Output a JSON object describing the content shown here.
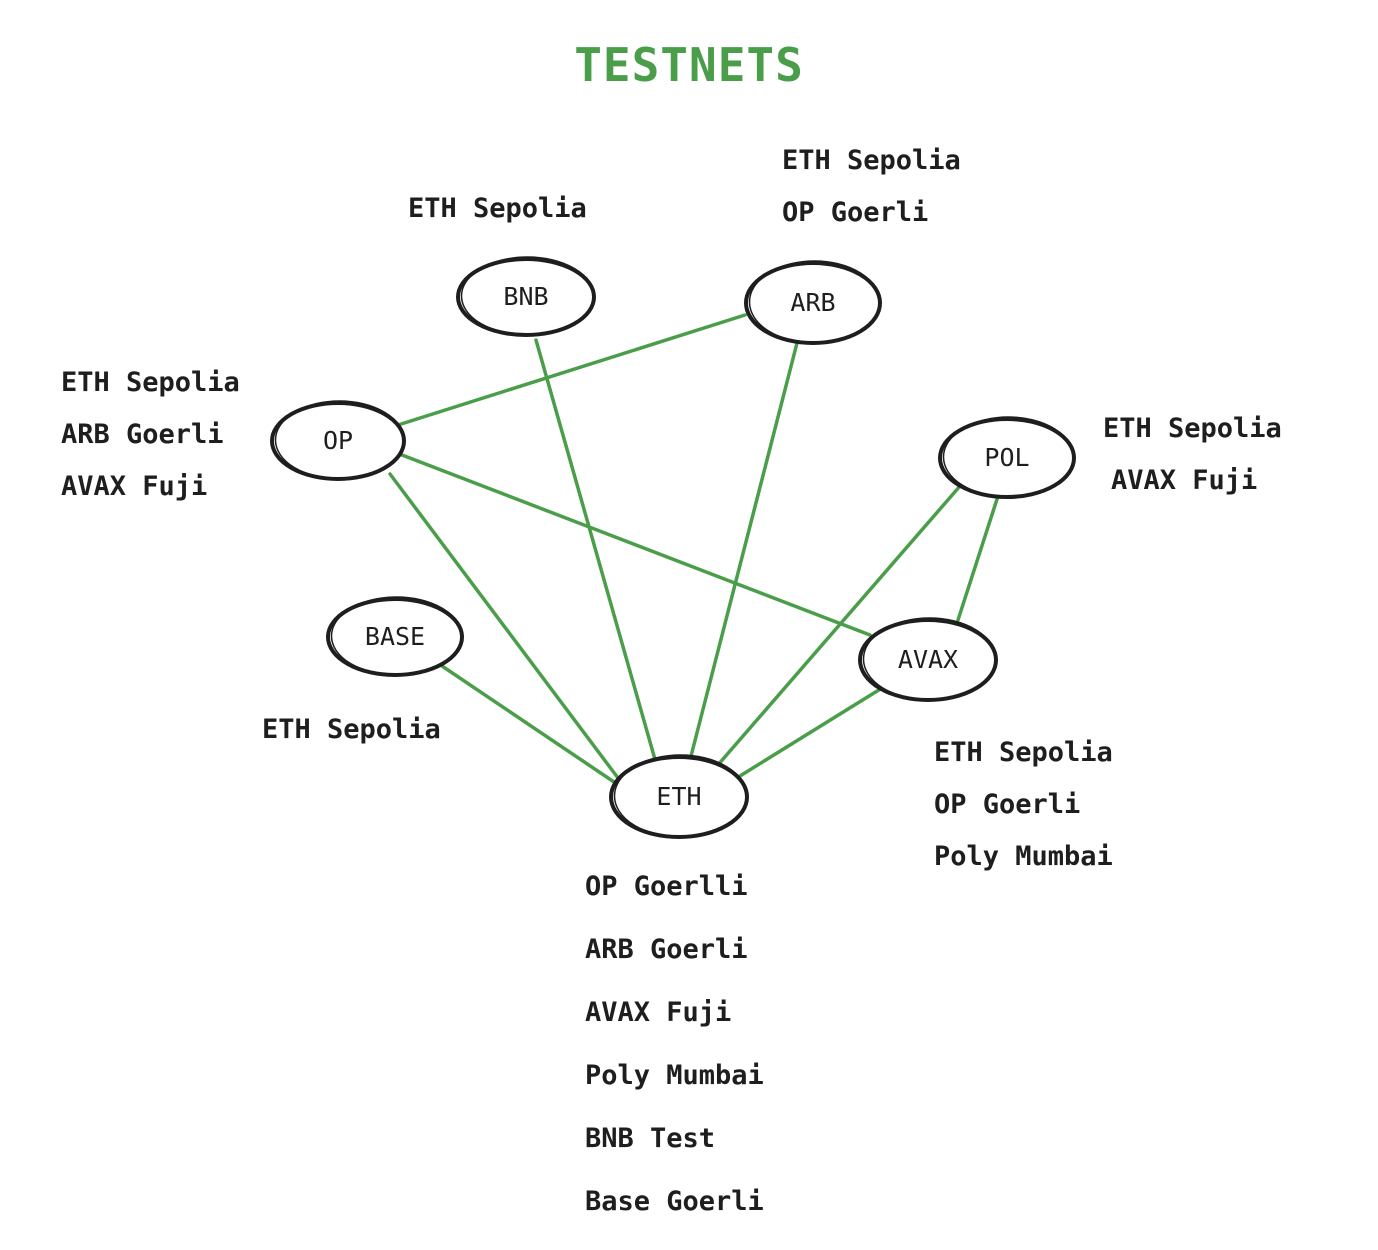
{
  "title": "TESTNETS",
  "colors": {
    "title": "#4a9e4a",
    "edge": "#4a9e4a",
    "node_stroke": "#1e1e1e",
    "text": "#1e1e1e"
  },
  "nodes": {
    "bnb": "BNB",
    "arb": "ARB",
    "op": "OP",
    "pol": "POL",
    "base": "BASE",
    "avax": "AVAX",
    "eth": "ETH"
  },
  "edges": [
    [
      "op",
      "arb"
    ],
    [
      "op",
      "avax"
    ],
    [
      "op",
      "eth"
    ],
    [
      "bnb",
      "eth"
    ],
    [
      "arb",
      "eth"
    ],
    [
      "pol",
      "eth"
    ],
    [
      "pol",
      "avax"
    ],
    [
      "base",
      "eth"
    ],
    [
      "avax",
      "eth"
    ]
  ],
  "notes": {
    "bnb": [
      "ETH Sepolia"
    ],
    "arb": [
      "ETH Sepolia",
      "OP Goerli"
    ],
    "op": [
      "ETH Sepolia",
      "ARB Goerli",
      "AVAX Fuji"
    ],
    "pol": [
      "ETH Sepolia",
      "AVAX Fuji"
    ],
    "base": [
      "ETH Sepolia"
    ],
    "avax": [
      "ETH Sepolia",
      "OP Goerli",
      "Poly Mumbai"
    ],
    "eth": [
      "OP Goerlli",
      "ARB Goerli",
      "AVAX Fuji",
      "Poly Mumbai",
      "BNB Test",
      "Base Goerli"
    ]
  }
}
